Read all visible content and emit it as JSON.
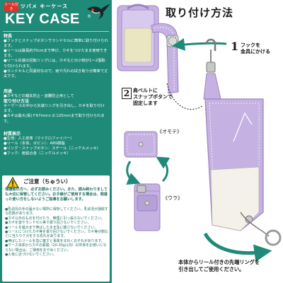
{
  "brand": {
    "badge": "リール付き",
    "sub": "ツバメ キーケース",
    "name": "KEY CASE",
    "reg": "®"
  },
  "features": {
    "heading": "特長",
    "items": [
      "●フックとスナップボタンでランドセルに簡単に取り付けられます。",
      "●リールは最長約70cmまで伸び、カギをつけたまま使用できます。",
      "●リール先端の回転リングには、カギなどの小物が1～2個取り付けられます。",
      "●ランドセルと同素材なので、雨や汚れの拭き取りが簡単で丈夫です。"
    ]
  },
  "usage": {
    "heading": "用途",
    "items": [
      "●カギなどの鍵失防止・盗難防止用として",
      "取り付け方法",
      "キーケースの中から先端リングを引き出し、カギを取り付けます。",
      "●カギは最大(長)テ67mm×ヨコ25mmまで取り付けられます。"
    ]
  },
  "materials": {
    "heading": "材質表示",
    "items": [
      "●生地：人工皮革（マイクロファイバー）",
      "●リール（本体、ボビン）：ABS樹脂",
      "●リング・スナップボタン：スチール（ニッケルメッキ）",
      "●フック：亜鉛合金（ニッケルメッキ）"
    ]
  },
  "caution": {
    "title": "ご注意（ちゅうい）",
    "intro": "保護者の方へ、必ずお読みください。また、読み終わりましても大切に保管してください。お子様がご使用する場合は、間違った使い方をしないようご指導をお願いします。",
    "items": [
      "●乳幼児の手の届かない場所に保管してください。乳幼児が誤飲する危険があります。",
      "●カギ以外のものを付けたり、無理に引っ張らないでください。",
      "●カギを首やランドセル等で振り回さないでください。",
      "●リールを最大まで伸ばしたまま急に離さないでください。",
      "●リールにつけたカギ等を振り回さないでください。カギ等が顔などに当たりケガをする恐れがあります。",
      "●伸ばしたリールを急に離すと事故をまねくおそれがあります。",
      "●ケース本体からカギの着脱（20-30g以内）の中身をお使いにならない場合は、ご使用をおやめください。",
      "●火気に近づけないでください。"
    ]
  },
  "right": {
    "title": "取り付け方法",
    "step1_num": "1",
    "step1_text": [
      "フックを",
      "金具にかける"
    ],
    "step2_num": "2",
    "step2_text": [
      "肩ベルトに",
      "スナップボタンで",
      "固定します"
    ],
    "label_front": "《オモテ》",
    "label_back": "《ウラ》",
    "bottom": [
      "本体からリール付きの先端リングを",
      "引き出してご使用ください。"
    ]
  },
  "colors": {
    "panel": "#1f8a78",
    "lavender": "#c6b2e2",
    "lavender_dark": "#9a82c3",
    "arrow": "#1f8a78"
  }
}
